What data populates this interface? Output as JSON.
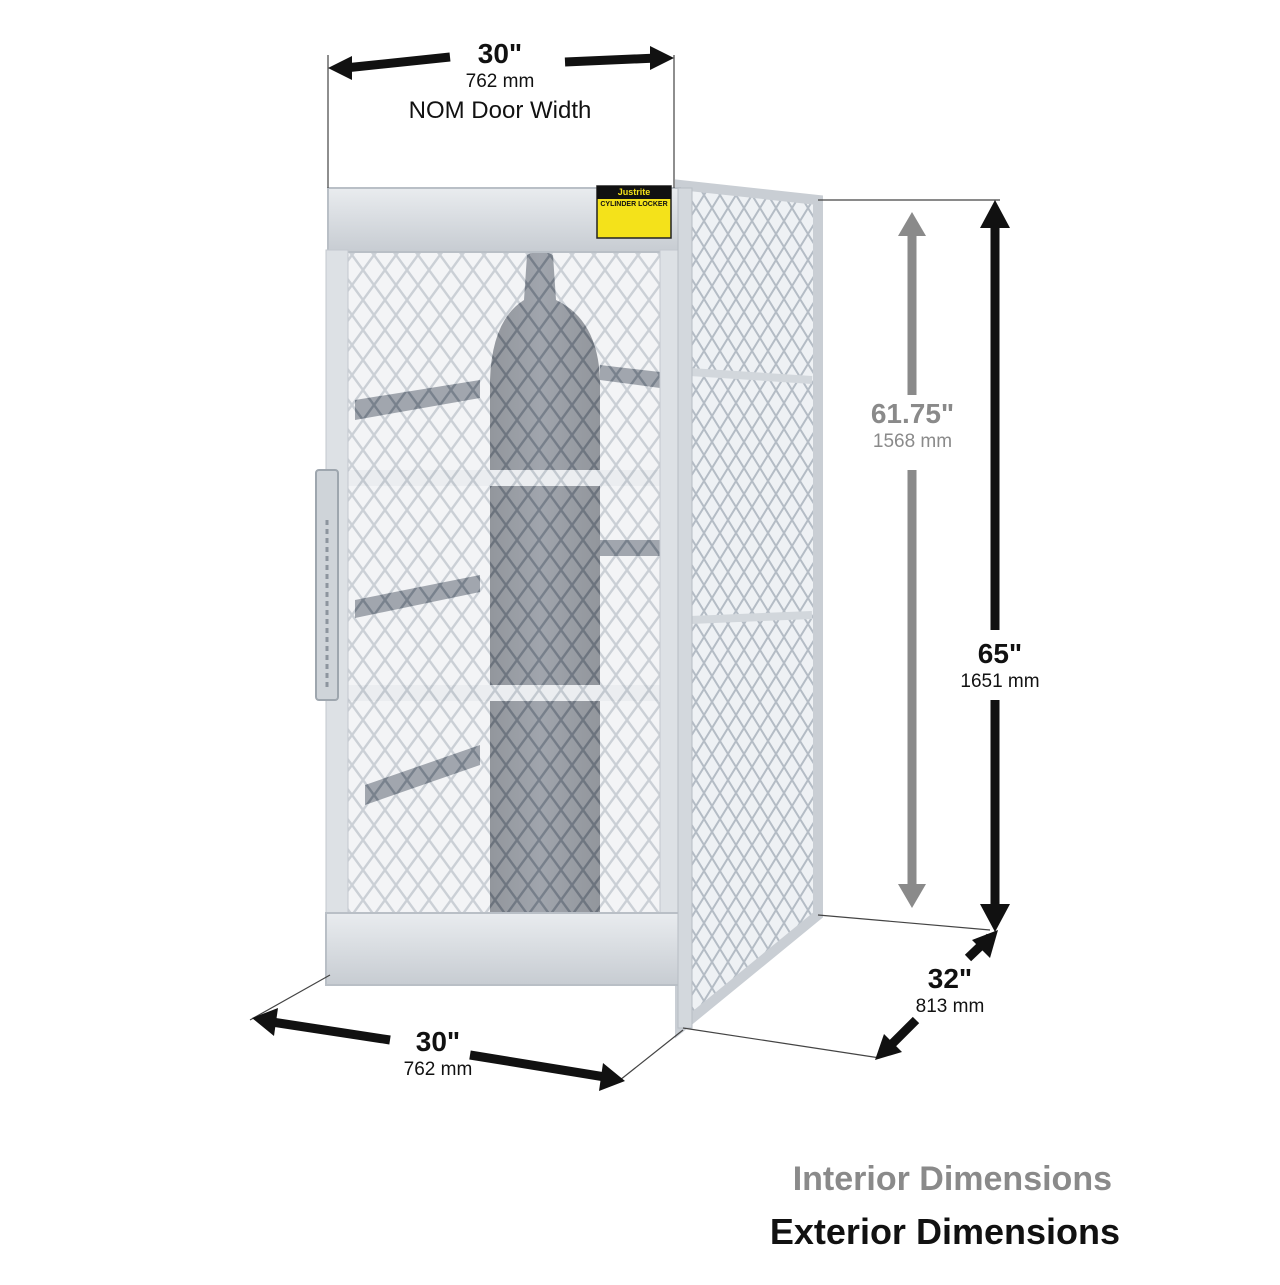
{
  "door_width": {
    "inches": "30\"",
    "mm": "762 mm",
    "caption": "NOM Door Width"
  },
  "interior_height": {
    "inches": "61.75\"",
    "mm": "1568 mm"
  },
  "exterior_height": {
    "inches": "65\"",
    "mm": "1651 mm"
  },
  "exterior_width": {
    "inches": "30\"",
    "mm": "762 mm"
  },
  "exterior_depth": {
    "inches": "32\"",
    "mm": "813 mm"
  },
  "label_plate": {
    "brand": "Justrite",
    "product": "CYLINDER LOCKER"
  },
  "legend": {
    "interior": "Interior Dimensions",
    "exterior": "Exterior Dimensions"
  },
  "colors": {
    "interior_dimension": "#8a8a8a",
    "exterior_dimension": "#111111",
    "frame": "#d9dde2",
    "mesh": "#a8b0b8",
    "cylinder": "#2a2f3a",
    "label_plate": "#f4e21a"
  },
  "icons": [
    "dimension-arrow-icon",
    "gas-cylinder-icon"
  ]
}
